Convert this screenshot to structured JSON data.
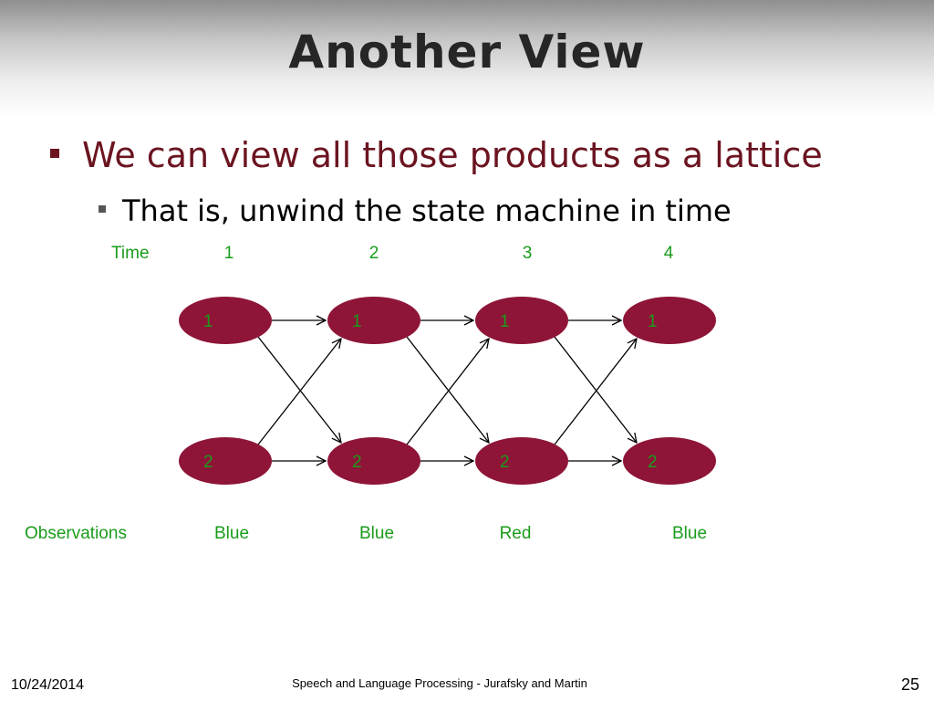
{
  "slide": {
    "title": "Another View",
    "bullet_level1": "We can view all those products as a lattice",
    "bullet_level2": "That is, unwind the state machine in time"
  },
  "lattice": {
    "time_label": "Time",
    "time_steps": [
      "1",
      "2",
      "3",
      "4"
    ],
    "state_rows": [
      {
        "state": "1",
        "nodes": [
          "1",
          "1",
          "1",
          "1"
        ]
      },
      {
        "state": "2",
        "nodes": [
          "2",
          "2",
          "2",
          "2"
        ]
      }
    ],
    "observations_label": "Observations",
    "observations": [
      "Blue",
      "Blue",
      "Red",
      "Blue"
    ],
    "colors": {
      "node_fill": "#8e1538",
      "label_green": "#1a9c1a",
      "edge": "#000000"
    }
  },
  "footer": {
    "date": "10/24/2014",
    "center": "Speech and Language Processing - Jurafsky and Martin",
    "page": "25"
  }
}
